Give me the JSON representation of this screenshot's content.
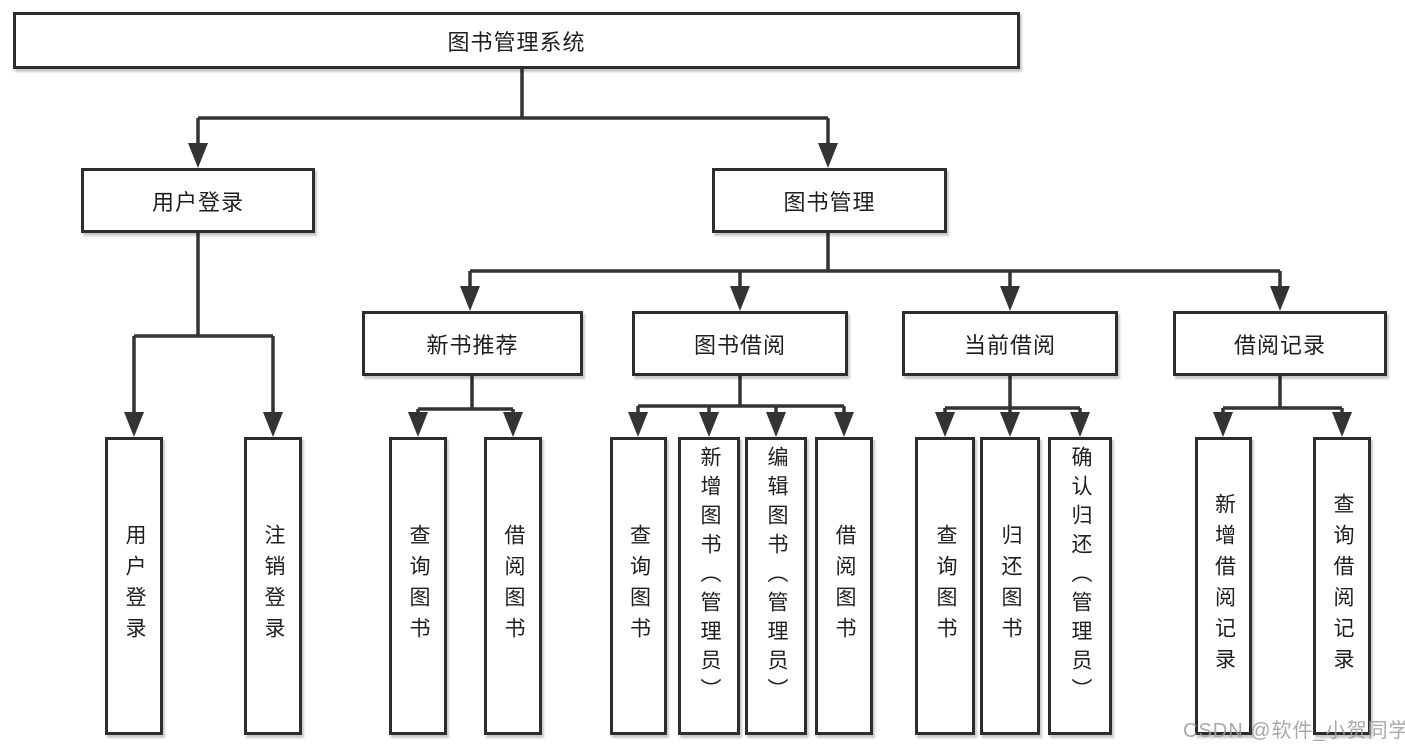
{
  "tree": {
    "root": {
      "label": "图书管理系统"
    },
    "branches": [
      {
        "label": "用户登录",
        "children": [
          {
            "label": "用户登录"
          },
          {
            "label": "注销登录"
          }
        ]
      },
      {
        "label": "图书管理",
        "children": [
          {
            "label": "新书推荐",
            "children": [
              {
                "label": "查询图书"
              },
              {
                "label": "借阅图书"
              }
            ]
          },
          {
            "label": "图书借阅",
            "children": [
              {
                "label": "查询图书"
              },
              {
                "label": "新增图书（管理员）"
              },
              {
                "label": "编辑图书（管理员）"
              },
              {
                "label": "借阅图书"
              }
            ]
          },
          {
            "label": "当前借阅",
            "children": [
              {
                "label": "查询图书"
              },
              {
                "label": "归还图书"
              },
              {
                "label": "确认归还（管理员）"
              }
            ]
          },
          {
            "label": "借阅记录",
            "children": [
              {
                "label": "新增借阅记录"
              },
              {
                "label": "查询借阅记录"
              }
            ]
          }
        ]
      }
    ]
  },
  "watermark": {
    "text": "CSDN @软件_小贺同学"
  },
  "colors": {
    "line": "#333333",
    "border": "#2d2d2d",
    "text": "#1f1f1f",
    "watermark": "#a0a0a0",
    "background": "#ffffff"
  }
}
